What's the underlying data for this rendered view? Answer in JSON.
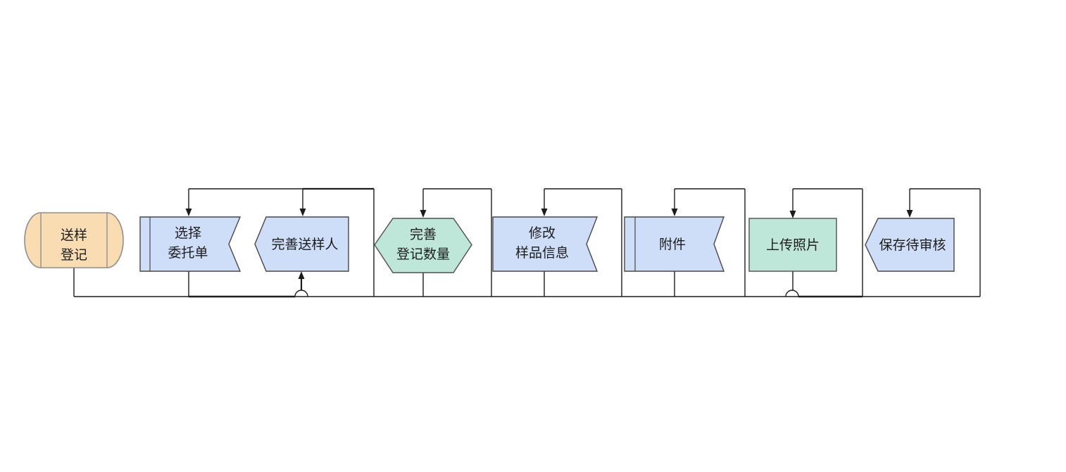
{
  "flowchart": {
    "nodes": [
      {
        "id": "sample-registration",
        "shape": "terminator",
        "line1": "送样",
        "line2": "登记"
      },
      {
        "id": "select-commission-order",
        "shape": "striped-notched-process",
        "line1": "选择",
        "line2": "委托单"
      },
      {
        "id": "complete-sampler",
        "shape": "left-point-pentagon",
        "label": "完善送样人"
      },
      {
        "id": "complete-registration-quantity",
        "shape": "hexagon",
        "line1": "完善",
        "line2": "登记数量"
      },
      {
        "id": "modify-sample-info",
        "shape": "notched-process",
        "line1": "修改",
        "line2": "样品信息"
      },
      {
        "id": "attachment",
        "shape": "striped-notched-process",
        "label": "附件"
      },
      {
        "id": "upload-photo",
        "shape": "rectangle",
        "label": "上传照片"
      },
      {
        "id": "save-pending-review",
        "shape": "left-point-pentagon",
        "label": "保存待审核"
      }
    ],
    "palette": {
      "terminator_fill": "#f9dcb2",
      "terminator_border": "#8e8e8e",
      "process_fill": "#cedef9",
      "process_border": "#474747",
      "accent_fill": "#bee7da",
      "accent_border": "#4f4f4f",
      "connector_color": "#1c1c1c",
      "text_color": "#1c1c1c"
    }
  }
}
